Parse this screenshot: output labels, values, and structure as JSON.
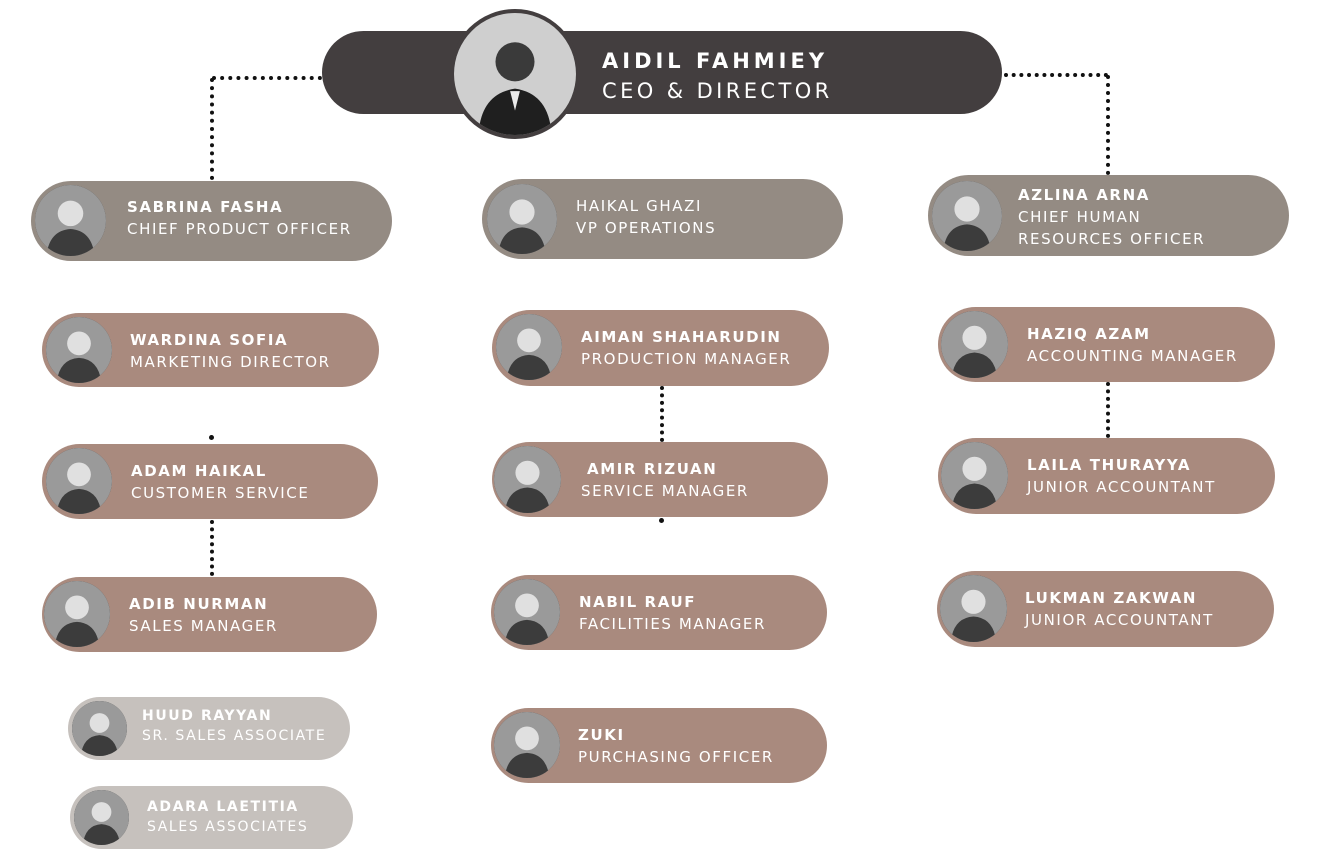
{
  "ceo": {
    "name": "AIDIL FAHMIEY",
    "role": "CEO & DIRECTOR",
    "avatar_icon": "person-portrait-icon"
  },
  "left": {
    "head": {
      "name": "SABRINA FASHA",
      "role": "CHIEF PRODUCT OFFICER"
    },
    "members": [
      {
        "name": "WARDINA SOFIA",
        "role": "MARKETING DIRECTOR"
      },
      {
        "name": "ADAM HAIKAL",
        "role": "CUSTOMER SERVICE"
      },
      {
        "name": "ADIB NURMAN",
        "role": "SALES MANAGER"
      },
      {
        "name": "HUUD RAYYAN",
        "role": "SR. SALES ASSOCIATE"
      },
      {
        "name": "ADARA LAETITIA",
        "role": "SALES ASSOCIATES"
      }
    ]
  },
  "middle": {
    "head": {
      "name": "HAIKAL GHAZI",
      "role": "VP OPERATIONS"
    },
    "members": [
      {
        "name": "AIMAN SHAHARUDIN",
        "role": "PRODUCTION MANAGER"
      },
      {
        "name": "AMIR RIZUAN",
        "role": "SERVICE MANAGER"
      },
      {
        "name": "NABIL RAUF",
        "role": "FACILITIES MANAGER"
      },
      {
        "name": "ZUKI",
        "role": "PURCHASING OFFICER"
      }
    ]
  },
  "right": {
    "head": {
      "name": "AZLINA ARNA",
      "role_line1": "CHIEF HUMAN",
      "role_line2": "RESOURCES OFFICER"
    },
    "members": [
      {
        "name": "HAZIQ AZAM",
        "role": "ACCOUNTING MANAGER"
      },
      {
        "name": "LAILA THURAYYA",
        "role": "JUNIOR ACCOUNTANT"
      },
      {
        "name": "LUKMAN ZAKWAN",
        "role": "JUNIOR ACCOUNTANT"
      }
    ]
  },
  "colors": {
    "ceo_pill": "#433e3f",
    "head_pill": "#948b83",
    "member_pill": "#a98a7e",
    "associate_pill": "#c6c1bd",
    "connector": "#111111"
  }
}
